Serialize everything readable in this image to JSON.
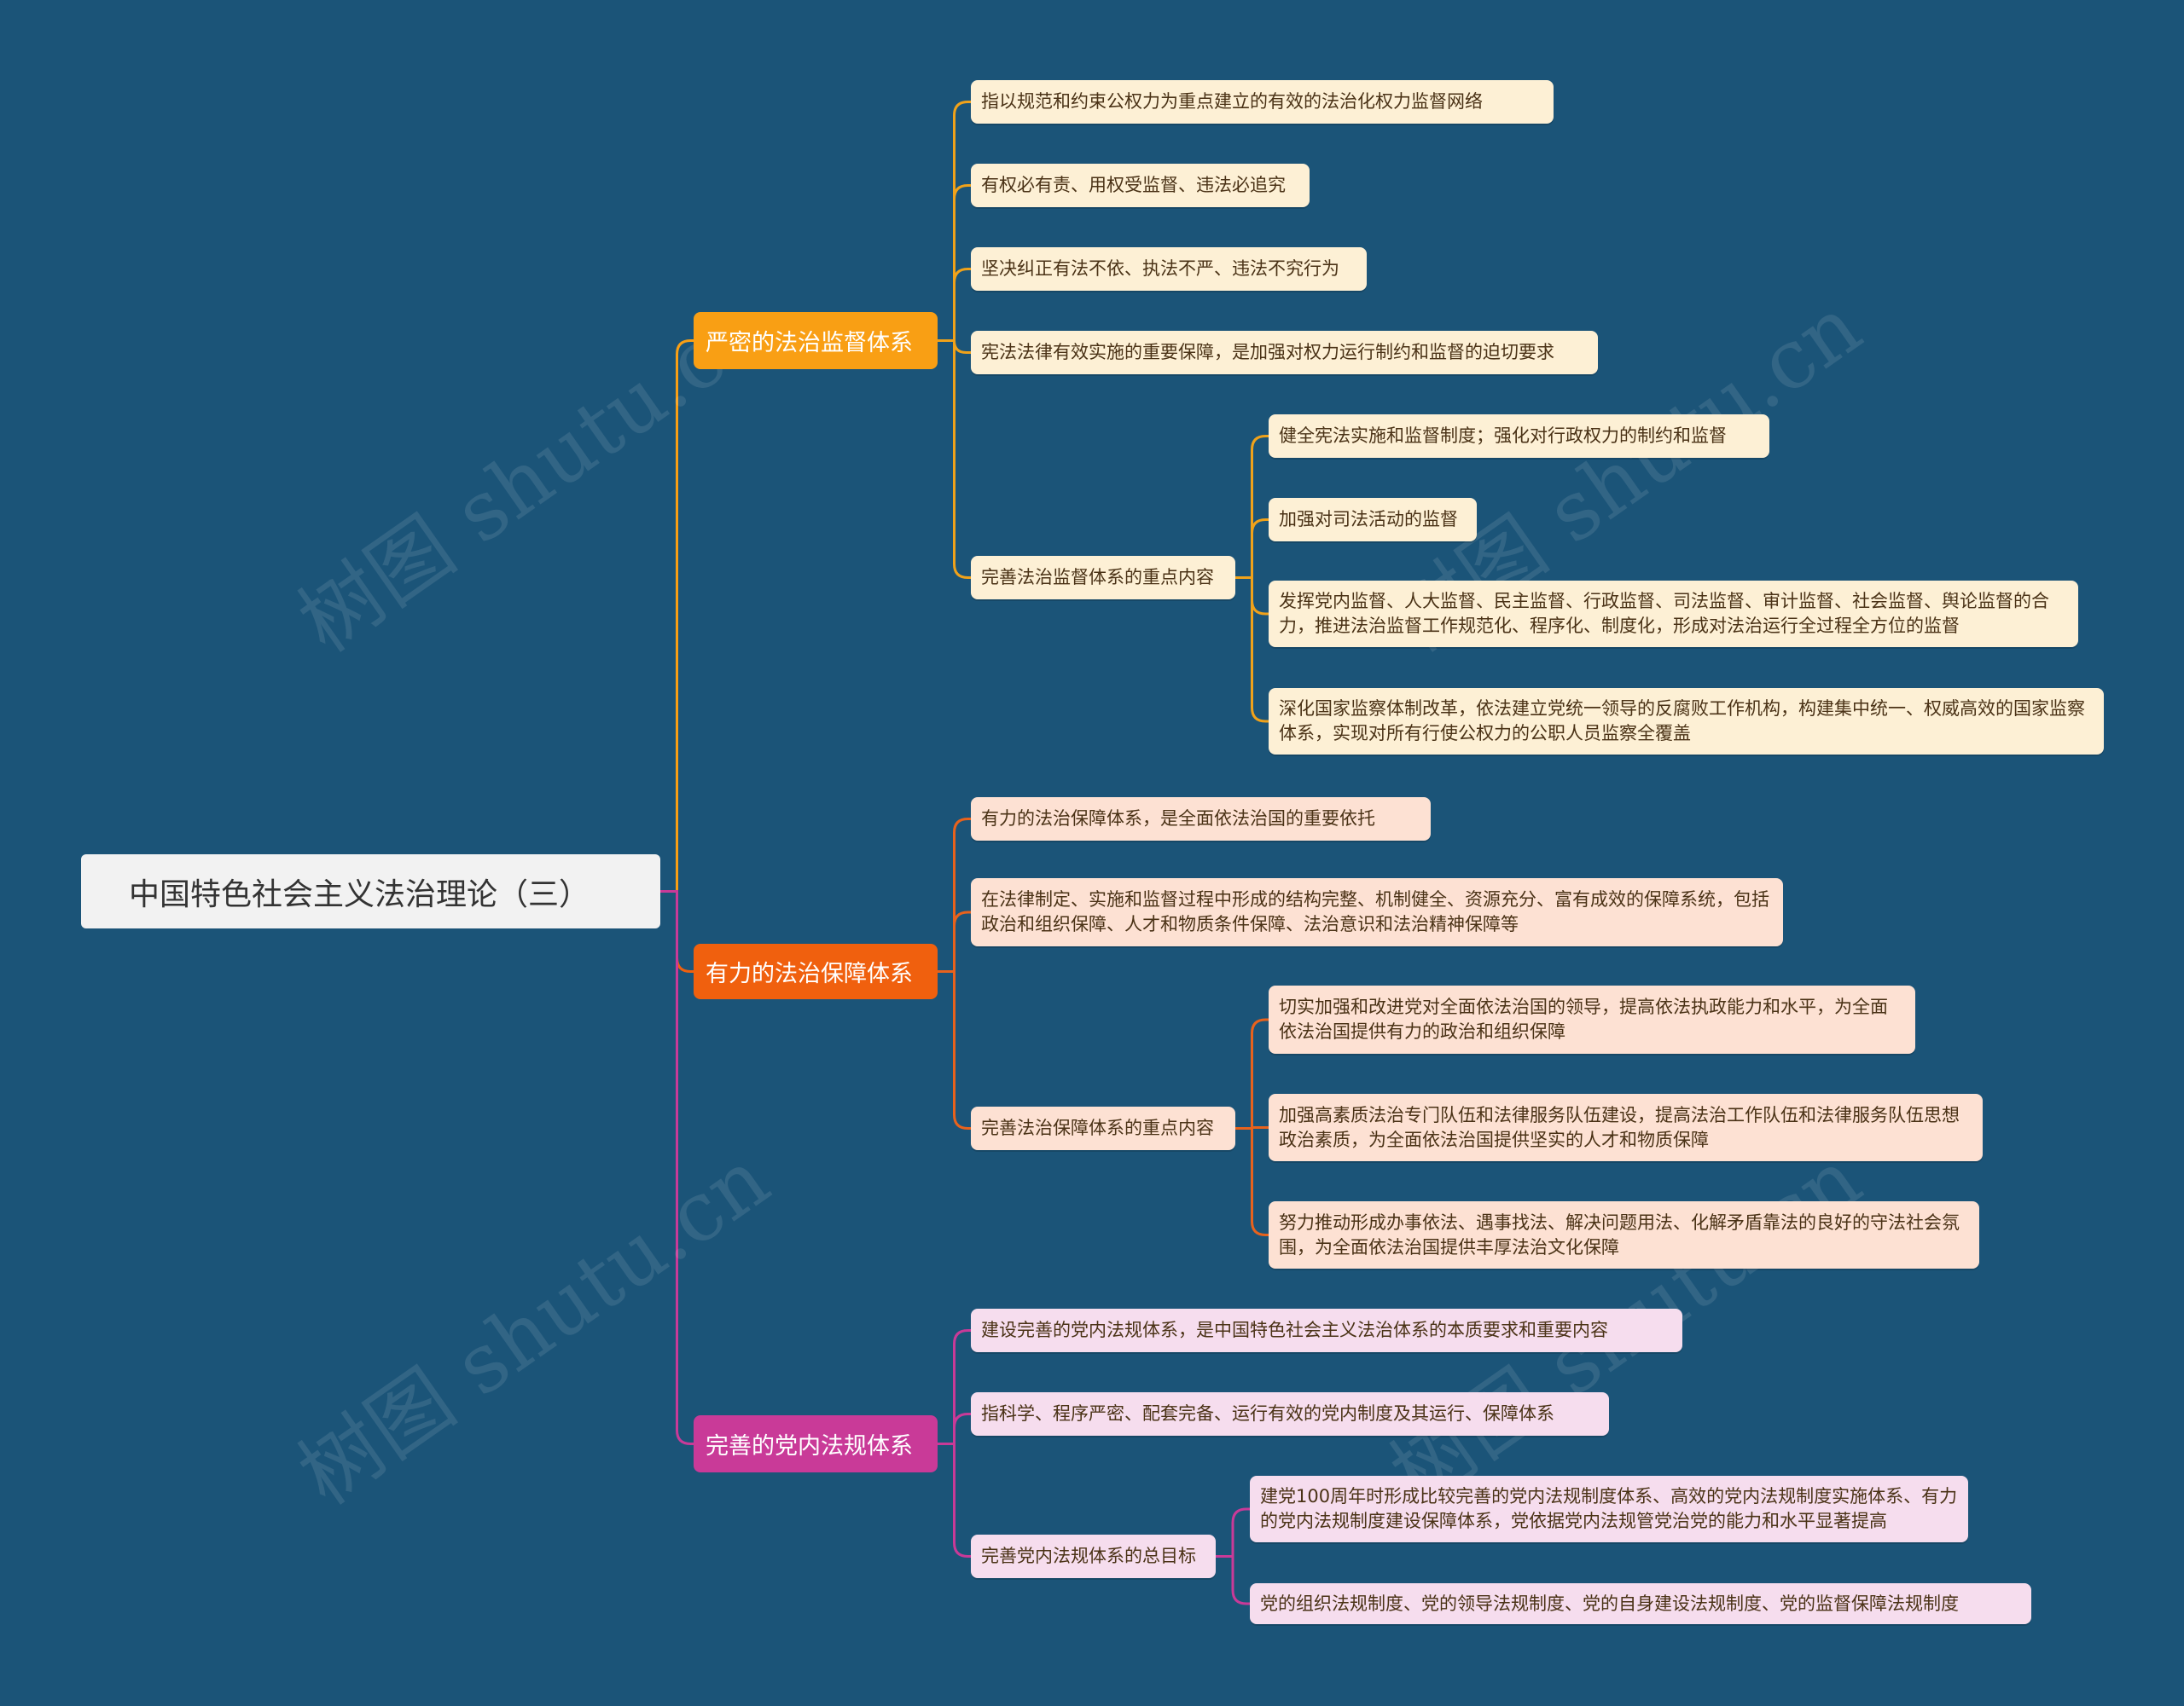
{
  "colors": {
    "background": "#1B5478",
    "branch1": "#F99F14",
    "branch2": "#F0600E",
    "branch3": "#C93A98"
  },
  "watermark": "树图 shutu.cn",
  "root": "中国特色社会主义法治理论（三）",
  "branches": [
    {
      "label": "严密的法治监督体系",
      "items": [
        "指以规范和约束公权力为重点建立的有效的法治化权力监督网络",
        "有权必有责、用权受监督、违法必追究",
        "坚决纠正有法不依、执法不严、违法不究行为",
        "宪法法律有效实施的重要保障，是加强对权力运行制约和监督的迫切要求"
      ],
      "sub": {
        "label": "完善法治监督体系的重点内容",
        "items": [
          "健全宪法实施和监督制度；强化对行政权力的制约和监督",
          "加强对司法活动的监督",
          "发挥党内监督、人大监督、民主监督、行政监督、司法监督、审计监督、社会监督、舆论监督的合力，推进法治监督工作规范化、程序化、制度化，形成对法治运行全过程全方位的监督",
          "深化国家监察体制改革，依法建立党统一领导的反腐败工作机构，构建集中统一、权威高效的国家监察体系，实现对所有行使公权力的公职人员监察全覆盖"
        ]
      }
    },
    {
      "label": "有力的法治保障体系",
      "items": [
        "有力的法治保障体系，是全面依法治国的重要依托",
        "在法律制定、实施和监督过程中形成的结构完整、机制健全、资源充分、富有成效的保障系统，包括政治和组织保障、人才和物质条件保障、法治意识和法治精神保障等"
      ],
      "sub": {
        "label": "完善法治保障体系的重点内容",
        "items": [
          "切实加强和改进党对全面依法治国的领导，提高依法执政能力和水平，为全面依法治国提供有力的政治和组织保障",
          "加强高素质法治专门队伍和法律服务队伍建设，提高法治工作队伍和法律服务队伍思想政治素质，为全面依法治国提供坚实的人才和物质保障",
          "努力推动形成办事依法、遇事找法、解决问题用法、化解矛盾靠法的良好的守法社会氛围，为全面依法治国提供丰厚法治文化保障"
        ]
      }
    },
    {
      "label": "完善的党内法规体系",
      "items": [
        "建设完善的党内法规体系，是中国特色社会主义法治体系的本质要求和重要内容",
        "指科学、程序严密、配套完备、运行有效的党内制度及其运行、保障体系"
      ],
      "sub": {
        "label": "完善党内法规体系的总目标",
        "items": [
          "建党100周年时形成比较完善的党内法规制度体系、高效的党内法规制度实施体系、有力的党内法规制度建设保障体系，党依据党内法规管党治党的能力和水平显著提高",
          "党的组织法规制度、党的领导法规制度、党的自身建设法规制度、党的监督保障法规制度"
        ]
      }
    }
  ]
}
